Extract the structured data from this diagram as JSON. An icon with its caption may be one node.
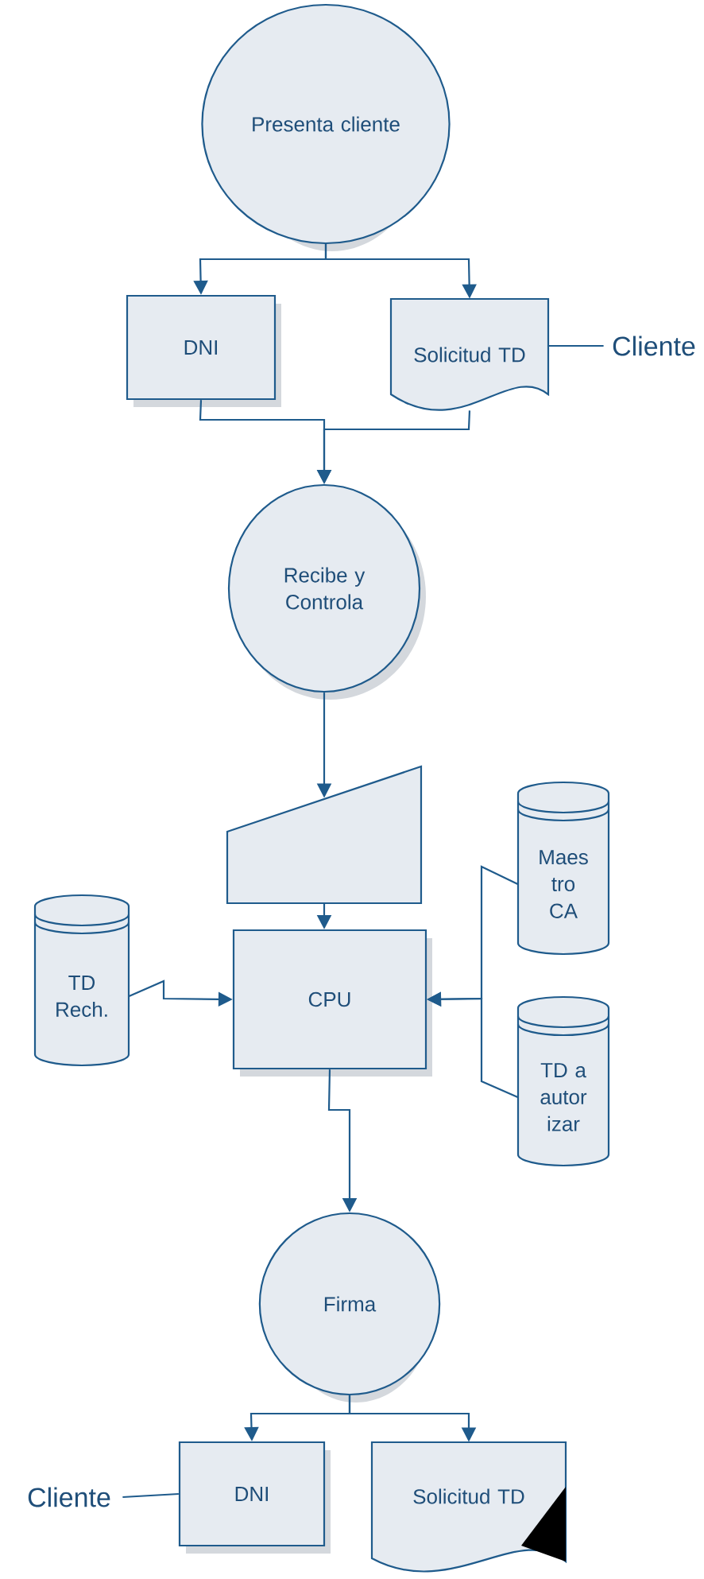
{
  "diagram": {
    "nodes": [
      {
        "text": [
          "Presenta cliente"
        ]
      },
      {
        "text": [
          "DNI"
        ]
      },
      {
        "text": [
          "Solicitud TD"
        ]
      },
      {
        "text": [
          "Cliente"
        ]
      },
      {
        "text": [
          "Recibe y Controla"
        ]
      },
      {
        "text": [],
        "shape": "trapezoid"
      },
      {
        "text": [
          "Maes tro CA"
        ]
      },
      {
        "text": [
          "TD Rech."
        ]
      },
      {
        "text": [
          "CPU"
        ]
      },
      {
        "text": [
          "TD a autor izar"
        ]
      },
      {
        "text": [
          "Firma"
        ]
      },
      {
        "text": [
          "Cliente"
        ]
      },
      {
        "text": [
          "DNI"
        ]
      },
      {
        "text": [
          "Solicitud TD"
        ]
      }
    ],
    "edges": [
      {
        "from": 0,
        "to": 1,
        "arrow": "to"
      },
      {
        "from": 0,
        "to": 2,
        "arrow": "to"
      },
      {
        "from": 1,
        "to": 4,
        "arrow": "to"
      },
      {
        "from": 2,
        "to": 4,
        "arrow": "to"
      },
      {
        "from": 3,
        "to": 2,
        "arrow": "none"
      },
      {
        "from": 4,
        "to": 5,
        "arrow": "to"
      },
      {
        "from": 5,
        "to": 8,
        "arrow": "to"
      },
      {
        "from": 7,
        "to": 8,
        "arrow": "to"
      },
      {
        "from": 6,
        "to": 8,
        "arrow": "to"
      },
      {
        "from": 9,
        "to": 8,
        "arrow": "to"
      },
      {
        "from": 8,
        "to": 10,
        "arrow": "to"
      },
      {
        "from": 10,
        "to": 12,
        "arrow": "to"
      },
      {
        "from": 10,
        "to": 13,
        "arrow": "to"
      },
      {
        "from": 11,
        "to": 12,
        "arrow": "none"
      }
    ]
  }
}
